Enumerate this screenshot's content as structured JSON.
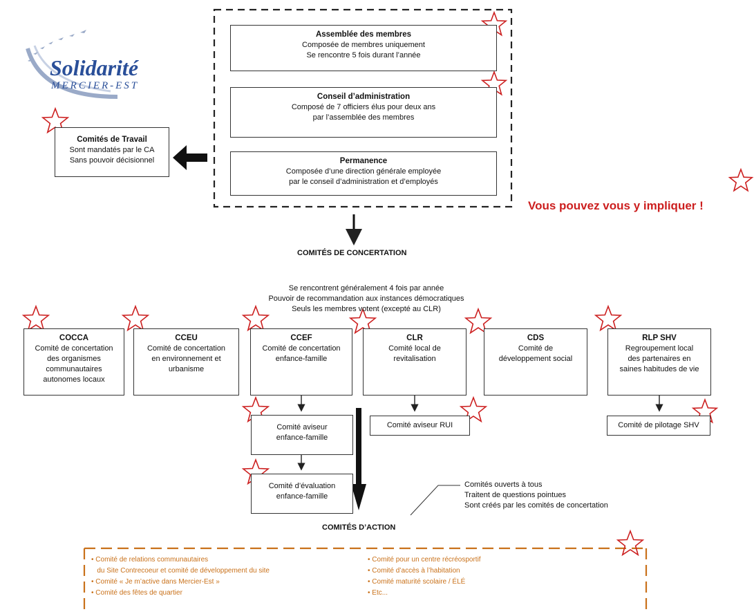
{
  "logo": {
    "name": "Solidarité",
    "subtitle": "MERCIER-EST"
  },
  "callout": "Vous pouvez vous y impliquer !",
  "governance": [
    {
      "title": "Assemblée des membres",
      "lines": [
        "Composée de membres uniquement",
        "Se rencontre 5 fois durant l’année"
      ]
    },
    {
      "title": "Conseil d’administration",
      "lines": [
        "Composé de 7 officiers élus  pour deux ans",
        "par l’assemblée des membres"
      ]
    },
    {
      "title": "Permanence",
      "lines": [
        "Composée d’une direction générale employée",
        "par le conseil d’administration et d’employés"
      ]
    }
  ],
  "work_committees": {
    "title": "Comités de Travail",
    "lines": [
      "Sont mandatés par le CA",
      "Sans pouvoir décisionnel"
    ]
  },
  "concertation": {
    "heading": "COMITÉS DE CONCERTATION",
    "notes": [
      "Se rencontrent généralement 4 fois par année",
      "Pouvoir de recommandation aux instances démocratiques",
      "Seuls les membres votent (excepté au CLR)"
    ],
    "committees": [
      {
        "title": "COCCA",
        "lines": [
          "Comité de concertation",
          "des organismes",
          "communautaires",
          "autonomes locaux"
        ]
      },
      {
        "title": "CCEU",
        "lines": [
          "Comité de concertation",
          "en environnement et",
          "urbanisme"
        ]
      },
      {
        "title": "CCEF",
        "lines": [
          "Comité de concertation",
          "enfance-famille"
        ]
      },
      {
        "title": "CLR",
        "lines": [
          "Comité local de",
          "revitalisation"
        ]
      },
      {
        "title": "CDS",
        "lines": [
          "Comité de",
          "développement social"
        ]
      },
      {
        "title": "RLP SHV",
        "lines": [
          "Regroupement local",
          "des partenaires en",
          "saines habitudes de vie"
        ]
      }
    ],
    "sub_committees": {
      "ccef_advisory": [
        "Comité aviseur",
        "enfance-famille"
      ],
      "ccef_evaluation": [
        "Comité d’évaluation",
        "enfance-famille"
      ],
      "clr_advisory": [
        "Comité aviseur RUI"
      ],
      "rlp_pilot": [
        "Comité de pilotage SHV"
      ]
    }
  },
  "action": {
    "heading": "COMITÉS D’ACTION",
    "notes": [
      "Comités ouverts à tous",
      "Traitent de questions pointues",
      "Sont créés par les comités de concertation"
    ],
    "left_items": [
      "• Comité de relations communautaires",
      "   du Site Contrecoeur et comité de développement du site",
      "• Comité « Je m’active dans Mercier-Est »",
      "• Comité des fêtes de quartier"
    ],
    "right_items": [
      "• Comité pour un centre récréosportif",
      "• Comité d’accès à l’habitation",
      "• Comité maturité scolaire / ÉLÉ",
      "• Etc..."
    ]
  },
  "colors": {
    "star": "#cc1f1f",
    "callout": "#cc1f1f",
    "logo": "#2a4f99",
    "action_text": "#c9711a",
    "action_border": "#c9711a",
    "line": "#222222"
  }
}
